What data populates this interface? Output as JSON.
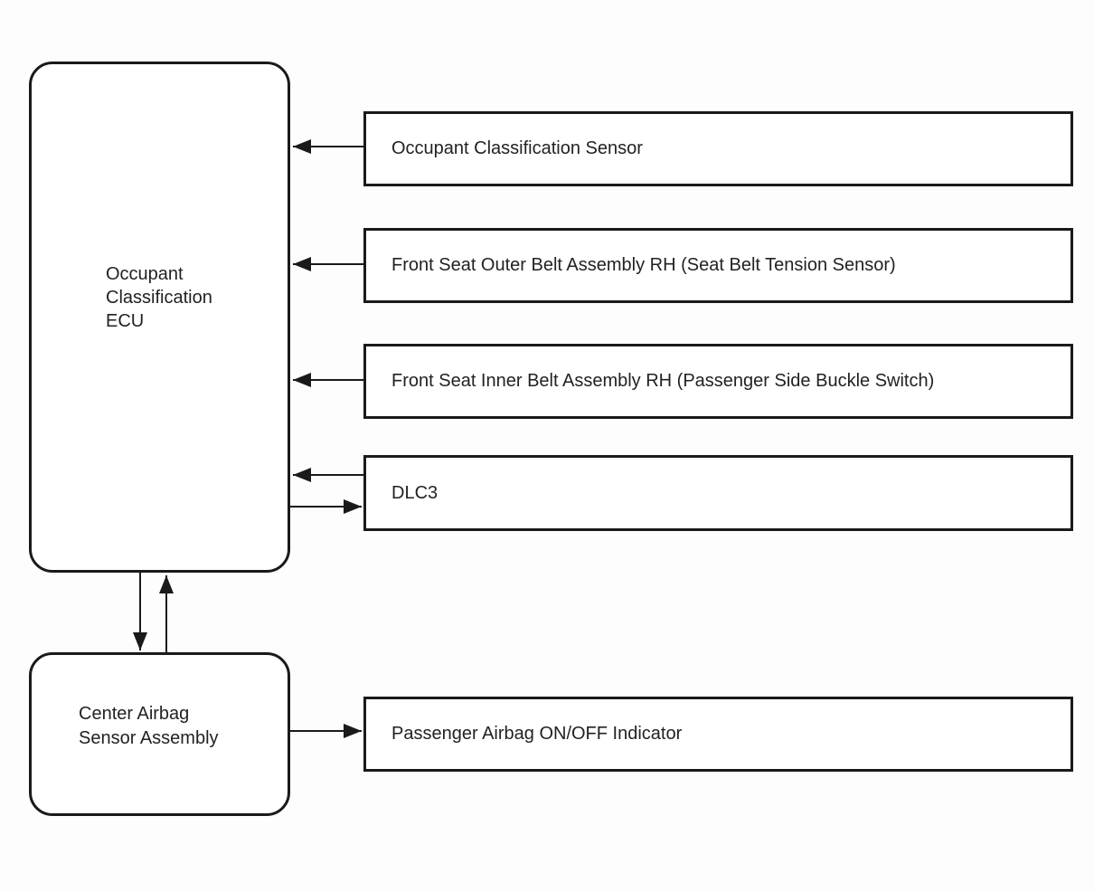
{
  "diagram": {
    "type": "block-diagram",
    "colors": {
      "line": "#1a1a1a",
      "box_fill": "#ffffff",
      "background": "#fdfdfd",
      "text": "#222222"
    },
    "nodes": {
      "occupant_classification_ecu": {
        "lines": [
          "Occupant",
          "Classification",
          "ECU"
        ]
      },
      "center_airbag_sensor_assembly": {
        "lines": [
          "Center Airbag",
          "Sensor Assembly"
        ]
      },
      "occupant_classification_sensor": {
        "label": "Occupant Classification Sensor"
      },
      "front_seat_outer_belt_assembly_rh": {
        "label": "Front Seat Outer Belt Assembly RH (Seat Belt Tension Sensor)"
      },
      "front_seat_inner_belt_assembly_rh": {
        "label": "Front Seat Inner Belt Assembly RH (Passenger Side Buckle Switch)"
      },
      "dlc3": {
        "label": "DLC3"
      },
      "passenger_airbag_on_off_indicator": {
        "label": "Passenger Airbag ON/OFF Indicator"
      }
    },
    "connections": [
      {
        "from": "occupant_classification_sensor",
        "to": "occupant_classification_ecu",
        "direction": "one-way"
      },
      {
        "from": "front_seat_outer_belt_assembly_rh",
        "to": "occupant_classification_ecu",
        "direction": "one-way"
      },
      {
        "from": "front_seat_inner_belt_assembly_rh",
        "to": "occupant_classification_ecu",
        "direction": "one-way"
      },
      {
        "from": "dlc3",
        "to": "occupant_classification_ecu",
        "direction": "two-way"
      },
      {
        "from": "occupant_classification_ecu",
        "to": "center_airbag_sensor_assembly",
        "direction": "two-way"
      },
      {
        "from": "center_airbag_sensor_assembly",
        "to": "passenger_airbag_on_off_indicator",
        "direction": "one-way"
      }
    ]
  }
}
